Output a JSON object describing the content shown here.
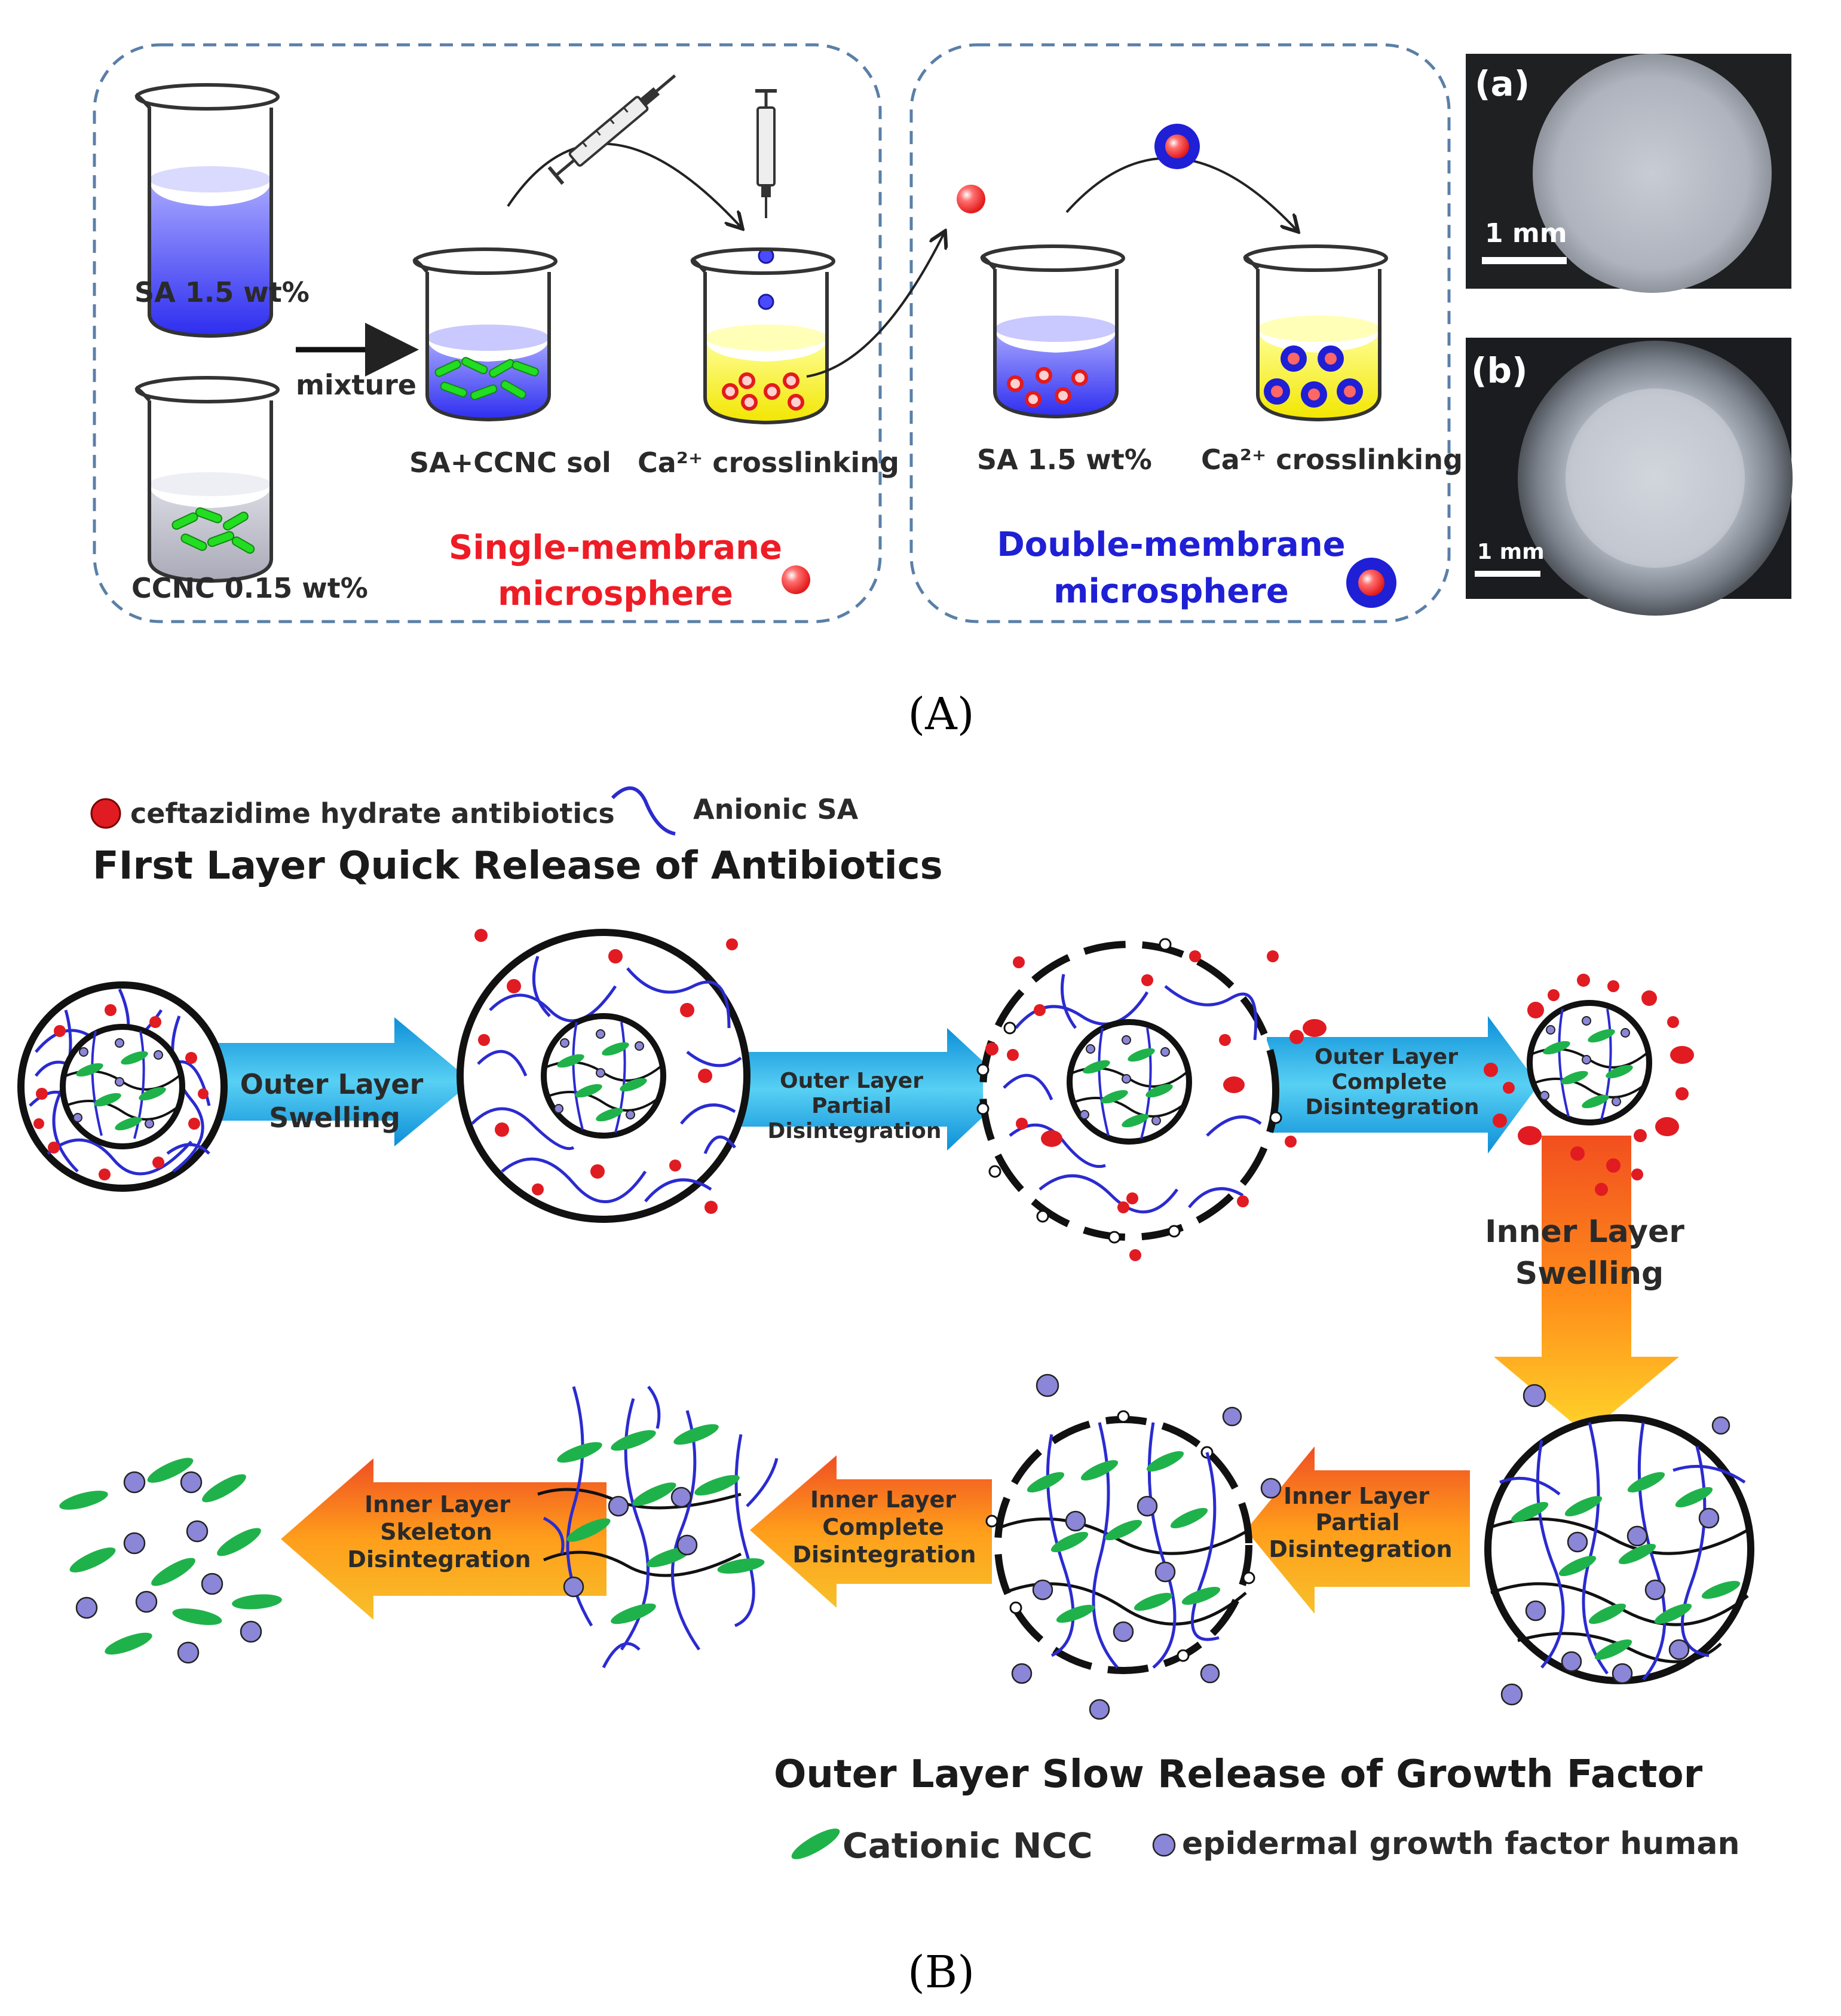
{
  "panel_a": {
    "caption": "(A)",
    "labels": {
      "sa_top": "SA 1.5 wt%",
      "ccnc": "CCNC 0.15 wt%",
      "mixture": "mixture",
      "sa_ccnc_sol": "SA+CCNC sol",
      "ca_crosslinking_1": "Ca²⁺ crosslinking",
      "sa_second": "SA 1.5 wt%",
      "ca_crosslinking_2": "Ca²⁺ crosslinking"
    },
    "single_membrane": {
      "line1": "Single-membrane",
      "line2": "microsphere",
      "color": "#ee1c25"
    },
    "double_membrane": {
      "line1": "Double-membrane",
      "line2": "microsphere",
      "color": "#1f1fd6"
    },
    "photo_a": {
      "tag": "(a)",
      "scale": "1 mm"
    },
    "photo_b": {
      "tag": "(b)",
      "scale": "1 mm"
    }
  },
  "panel_b": {
    "caption": "(B)",
    "legend_top": {
      "antibiotic": "ceftazidime hydrate antibiotics",
      "sa": "Anionic SA"
    },
    "title_top": "FIrst Layer Quick Release of Antibiotics",
    "arrows": {
      "a1": [
        "Outer Layer",
        "Swelling"
      ],
      "a2": [
        "Outer Layer",
        "Partial",
        "Disintegration"
      ],
      "a3": [
        "Outer Layer",
        "Complete",
        "Disintegration"
      ],
      "a4": [
        "Inner Layer",
        "Swelling"
      ],
      "a5": [
        "Inner Layer",
        "Partial",
        "Disintegration"
      ],
      "a6": [
        "Inner Layer",
        "Complete",
        "Disintegration"
      ],
      "a7": [
        "Inner Layer",
        "Skeleton",
        "Disintegration"
      ]
    },
    "title_bottom": "Outer Layer Slow Release of Growth Factor",
    "legend_bottom": {
      "ncc": "Cationic NCC",
      "egf": "epidermal growth factor human"
    },
    "colors": {
      "antibiotic": "#e11b22",
      "sa_chain": "#2b2bd0",
      "ncc": "#1fb24b",
      "egf": "#8c86d8",
      "blue_arrow": "#29b6e8",
      "orange_arrow": "#f7931e"
    }
  }
}
